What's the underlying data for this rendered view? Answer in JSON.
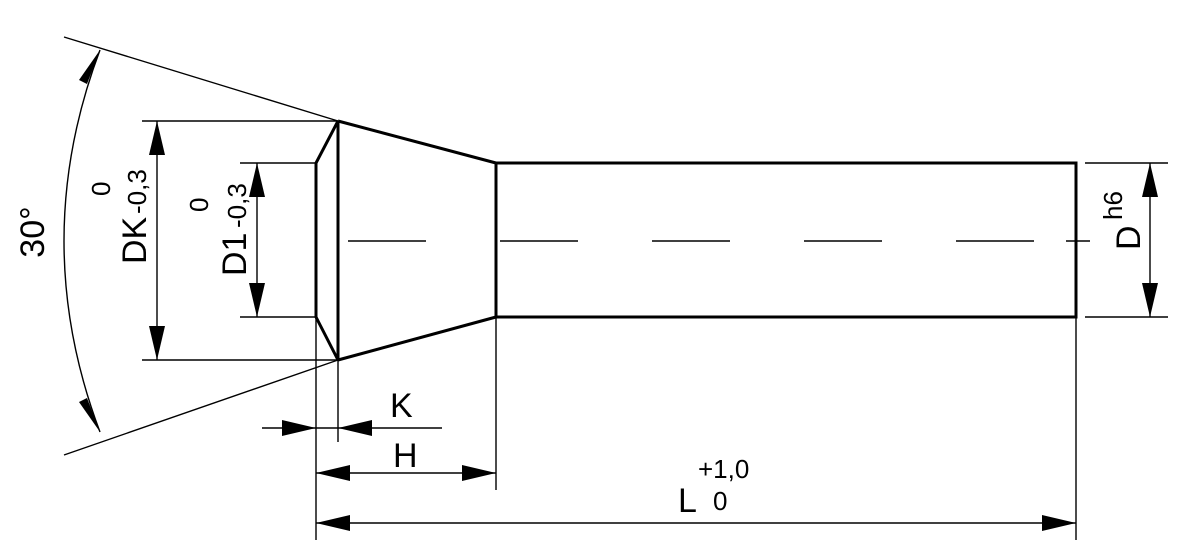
{
  "drawing": {
    "angle_label": "30°",
    "dk": {
      "label": "DK",
      "tol_upper": "0",
      "tol_lower": "-0,3"
    },
    "d1": {
      "label": "D1",
      "tol_upper": "0",
      "tol_lower": "-0,3"
    },
    "d": {
      "label": "D",
      "tolerance": "h6"
    },
    "k": {
      "label": "K"
    },
    "h": {
      "label": "H"
    },
    "l": {
      "label": "L",
      "tol_upper": "+1,0",
      "tol_lower": "0"
    }
  }
}
